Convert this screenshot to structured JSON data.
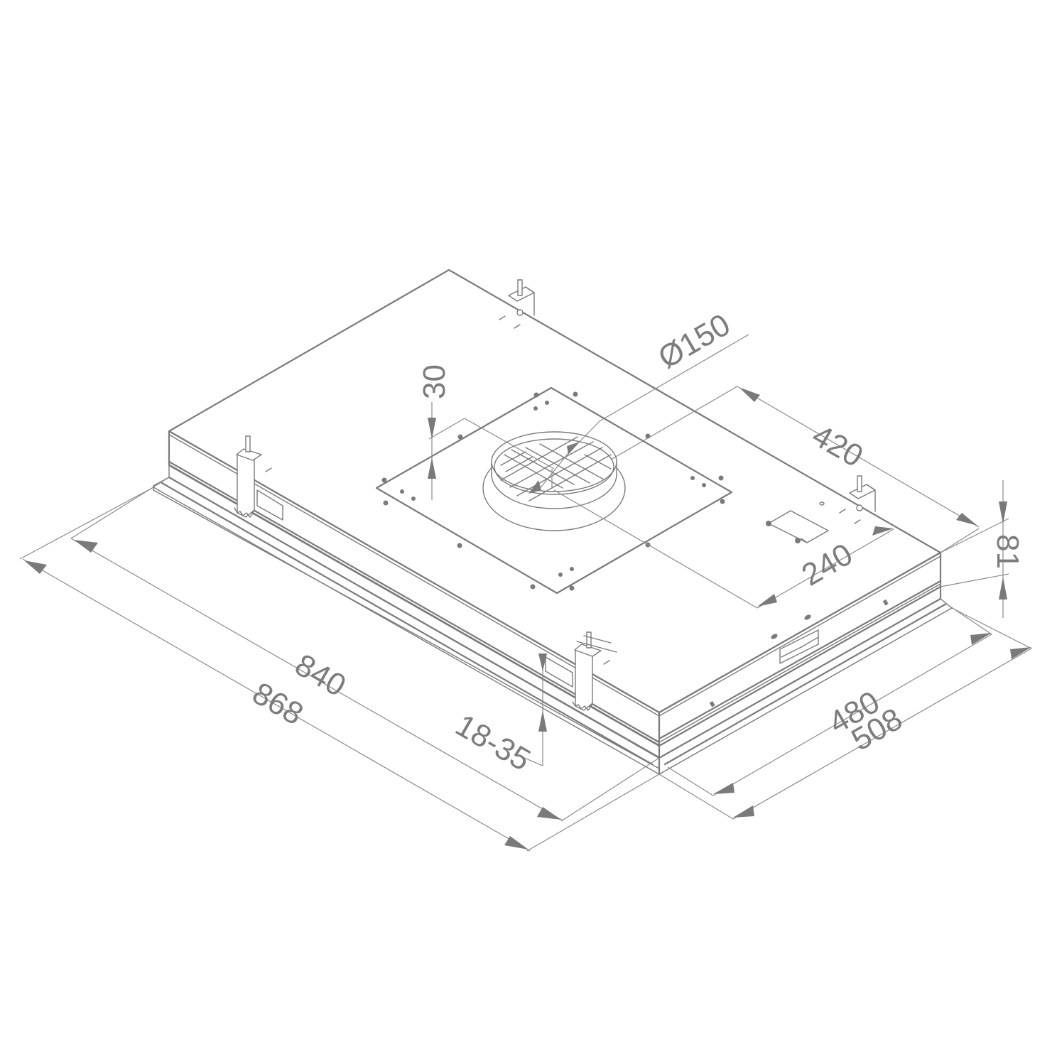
{
  "drawing": {
    "subject": "Built-in cooker hood, isometric dimension drawing",
    "colors": {
      "line": "#7a7a7a",
      "dimension": "#8a8a8a",
      "text": "#7c7c7c",
      "background": "#ffffff"
    },
    "units": "mm"
  },
  "dimensions": {
    "duct_diameter": "Ø150",
    "duct_collar_height": "30",
    "duct_offset_length": "420",
    "duct_offset_depth": "240",
    "body_height": "81",
    "clamp_range": "18-35",
    "inner_width": "840",
    "outer_width": "868",
    "inner_depth": "480",
    "outer_depth": "508"
  }
}
